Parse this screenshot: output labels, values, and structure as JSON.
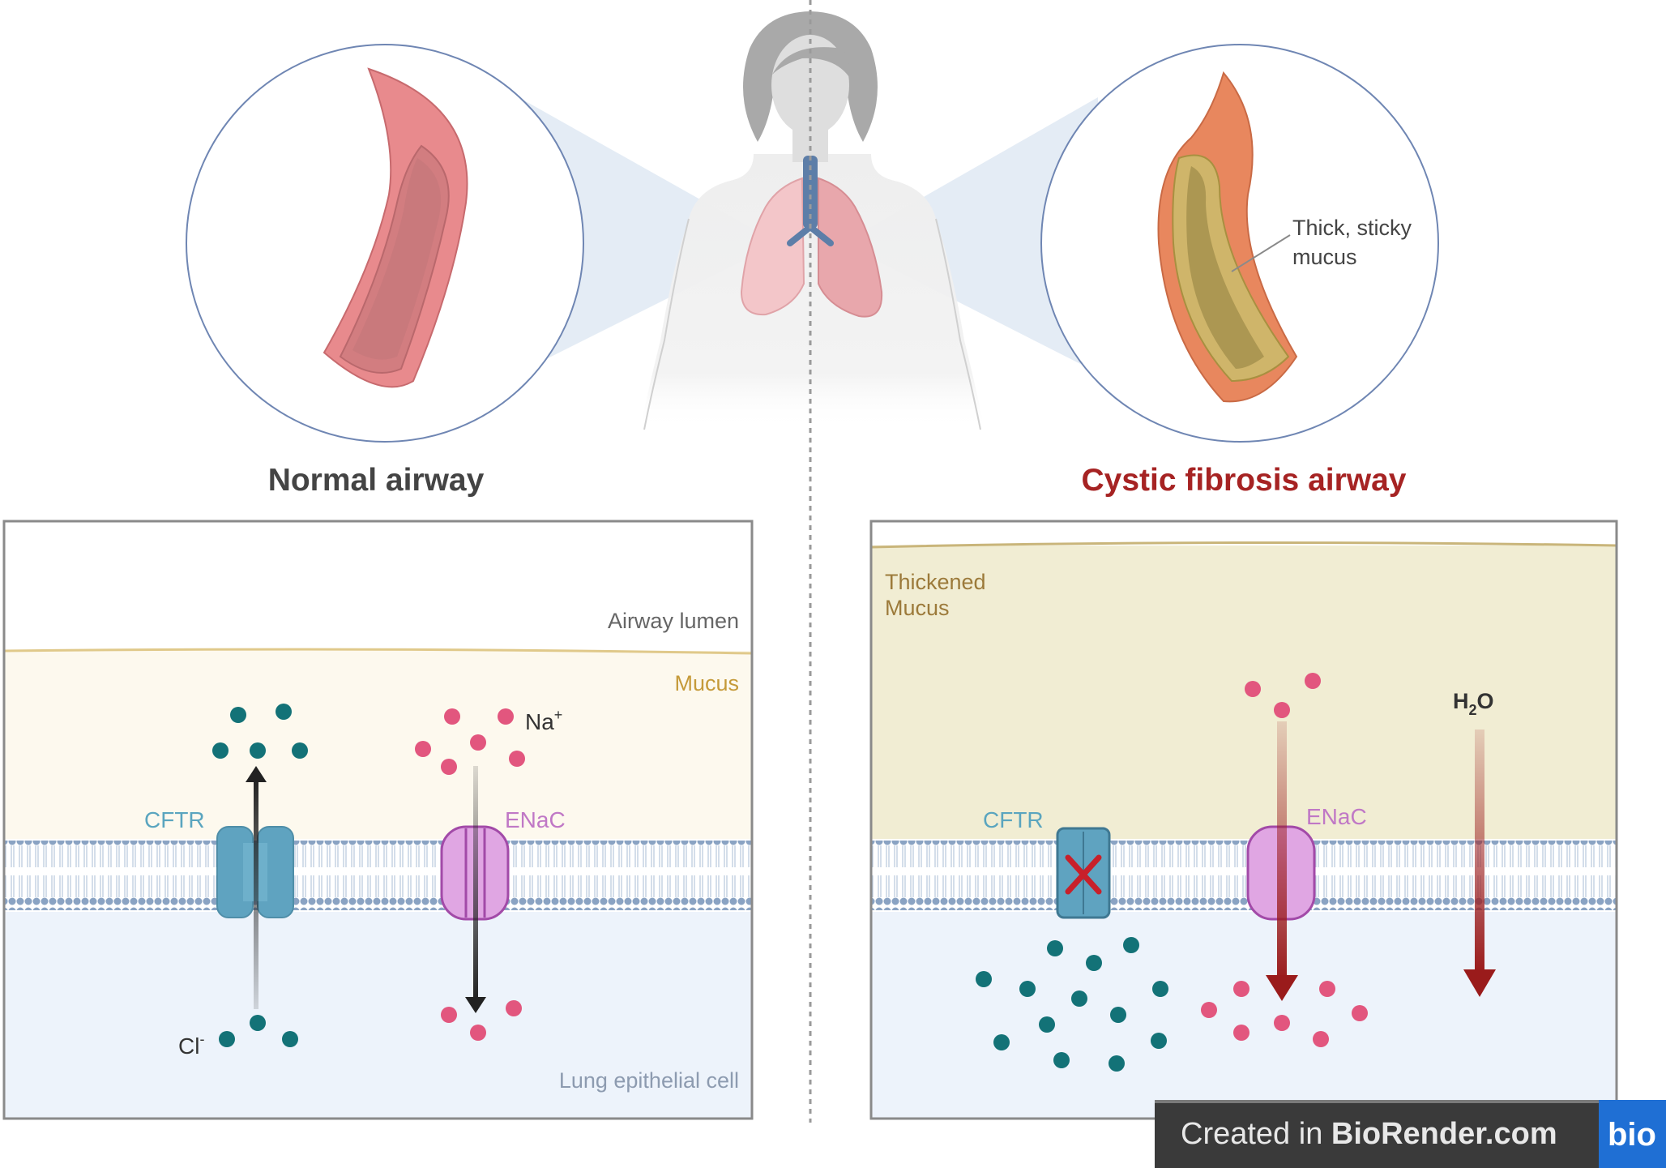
{
  "labels": {
    "normal_title": "Normal airway",
    "cf_title": "Cystic fibrosis airway",
    "sticky_mucus_line1": "Thick, sticky",
    "sticky_mucus_line2": "mucus",
    "airway_lumen": "Airway lumen",
    "mucus": "Mucus",
    "na": "Na",
    "na_sup": "+",
    "cl": "Cl",
    "cl_sup": "-",
    "cftr_left": "CFTR",
    "enac_left": "ENaC",
    "lung_cell": "Lung epithelial cell",
    "thickened_line1": "Thickened",
    "thickened_line2": "Mucus",
    "cftr_right": "CFTR",
    "enac_right": "ENaC",
    "h2o_h": "H",
    "h2o_sub": "2",
    "h2o_o": "O",
    "watermark_prefix": "Created in ",
    "watermark_brand": "BioRender.com",
    "badge": "bio"
  },
  "colors": {
    "normal_title": "#444444",
    "cf_title": "#a62323",
    "cftr": "#5fa3c0",
    "cftr_label": "#5aa5bf",
    "enac": "#e0a6e3",
    "enac_label": "#c078c6",
    "chloride": "#137277",
    "sodium": "#e2567e",
    "mucus_normal": "#fdf9ee",
    "mucus_cf": "#f1edd3",
    "cell": "#edf3fb",
    "arrow_cf": "#9a1b1b",
    "watermark_bg": "#3a3a3a",
    "badge_bg": "#1f6fd4"
  },
  "icons": [
    "normal-airway-tube",
    "cf-airway-tube",
    "human-torso",
    "lungs",
    "trachea",
    "membrane-bilayer",
    "blocked-x-icon"
  ]
}
